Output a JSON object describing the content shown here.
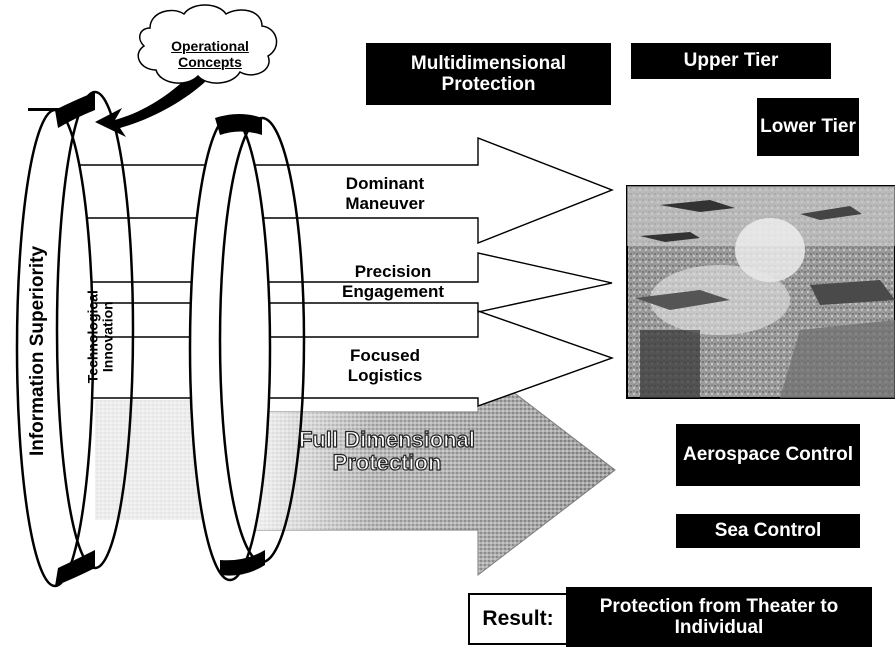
{
  "diagram": {
    "cloud_label": "Operational Concepts",
    "vertical_labels": {
      "information_superiority": "Information Superiority",
      "technological_innovation": "Technological Innovation"
    },
    "arrows": [
      {
        "label": "Dominant Maneuver"
      },
      {
        "label": "Precision Engagement"
      },
      {
        "label": "Focused Logistics"
      }
    ],
    "big_arrow_label": "Full Dimensional Protection",
    "boxes": {
      "multidimensional": "Multidimensional Protection",
      "upper_tier": "Upper Tier",
      "lower_tier": "Lower Tier",
      "aerospace": "Aerospace Control",
      "sea_control": "Sea Control"
    },
    "result": {
      "label": "Result:",
      "text": "Protection from Theater to Individual"
    },
    "photo": "military-montage-photo"
  }
}
